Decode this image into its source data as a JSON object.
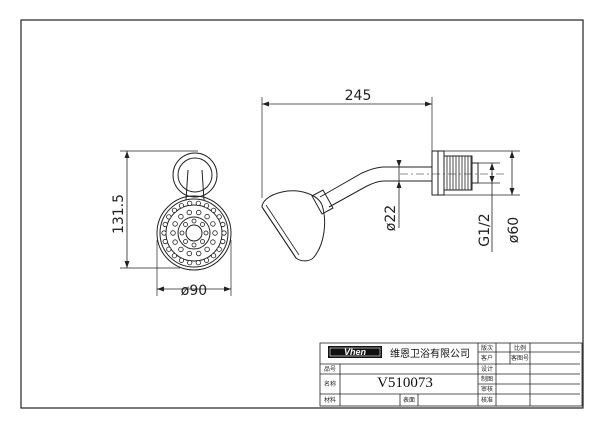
{
  "dimensions": {
    "arm_length": "245",
    "diameter_60": "ø60",
    "thread": "G1/2",
    "diameter_22": "ø22",
    "height": "131.5",
    "diameter_90": "ø90"
  },
  "title_block": {
    "logo": "Vhen",
    "company": "维恩卫浴有限公司",
    "model": "V510073",
    "labels": {
      "version": "版次",
      "scale": "比例",
      "customer": "客户",
      "customer_drawing_no": "客图号",
      "item_no": "品号",
      "design": "设计",
      "name": "名称",
      "drafting": "制图",
      "review": "审核",
      "material": "材料",
      "surface": "表面",
      "approve": "核准"
    }
  }
}
